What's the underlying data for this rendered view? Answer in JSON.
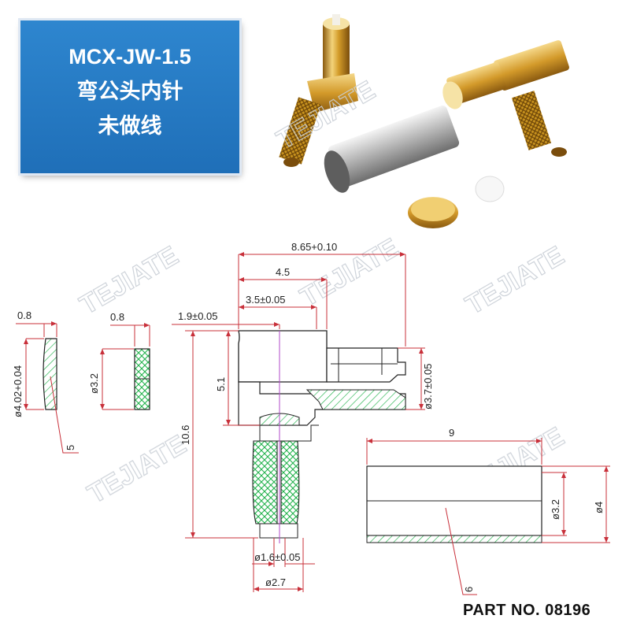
{
  "title": {
    "line1": "MCX-JW-1.5",
    "line2": "弯公头内针",
    "line3": "未做线"
  },
  "watermark": "TEJIATE",
  "dimensions": {
    "overall_length": "8.65+0.10",
    "body_length": "4.5",
    "pin_length": "3.5±0.05",
    "pin_offset": "1.9±0.05",
    "body_height": "5.1",
    "total_height": "10.6",
    "mating_dia": "ø3.7±0.05",
    "pin_dia": "ø1.6±0.05",
    "crimp_dia": "ø2.7",
    "washer_thickness": "0.8",
    "washer_dia": "ø4.02+0.04",
    "insulator_thickness": "0.8",
    "insulator_dia": "ø3.2",
    "ferrule_length": "9",
    "ferrule_inner_dia": "ø3.2",
    "ferrule_outer_dia": "ø4"
  },
  "callouts": {
    "washer": "5",
    "ferrule": "6"
  },
  "part_number": "PART NO. 08196",
  "colors": {
    "title_bg": "#2479c4",
    "hatch": "#22b24c",
    "gold": "#d9a520",
    "leader": "#c8303a"
  }
}
